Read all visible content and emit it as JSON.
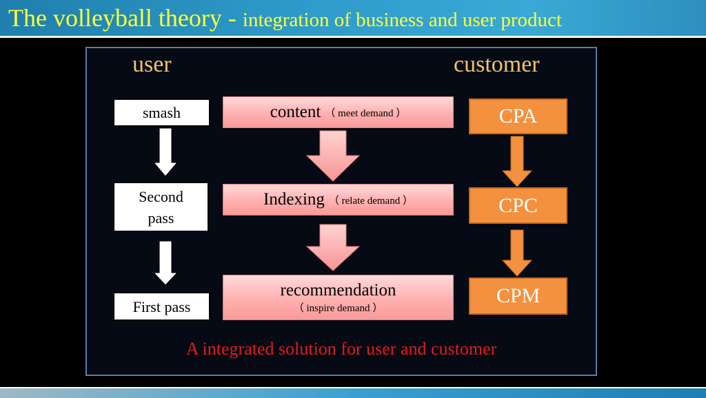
{
  "title": {
    "main": "The volleyball theory - ",
    "sub": "integration of business and user product"
  },
  "columns": {
    "left_label": "user",
    "right_label": "customer"
  },
  "user_steps": [
    {
      "label": "smash"
    },
    {
      "label_line1": "Second",
      "label_line2": "pass"
    },
    {
      "label": "First pass"
    }
  ],
  "middle_steps": [
    {
      "main": "content",
      "paren": "（ meet demand ）"
    },
    {
      "main": "Indexing",
      "paren": "（ relate demand ）"
    },
    {
      "main": "recommendation",
      "paren": "（ inspire demand ）"
    }
  ],
  "customer_steps": [
    "CPA",
    "CPC",
    "CPM"
  ],
  "footnote": "A integrated solution for user and customer",
  "colors": {
    "title": "#ffff33",
    "column_label": "#f3c26a",
    "orange": "#f4913f",
    "pink": "#ffb0b0",
    "footnote": "#e21b1b"
  },
  "icons": [
    "down-arrow-icon"
  ]
}
